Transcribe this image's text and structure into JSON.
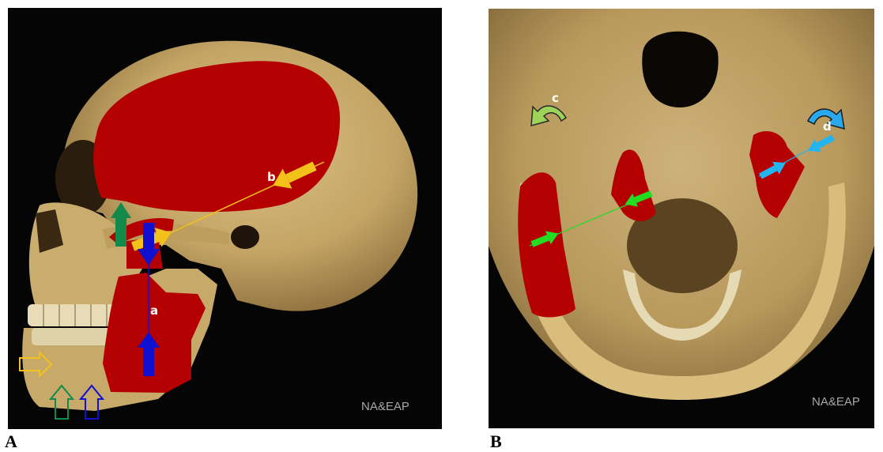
{
  "panels": {
    "left": {
      "letter": "A",
      "watermark": "NA&EAP",
      "labels": {
        "a": "a",
        "b": "b"
      }
    },
    "right": {
      "letter": "B",
      "watermark": "NA&EAP",
      "labels": {
        "c": "c",
        "d": "d"
      }
    }
  },
  "colors": {
    "background": "#050505",
    "bone": "#c9ad6e",
    "muscle": "#b40000",
    "arrow_yellow": "#f2c21a",
    "arrow_green_dark": "#118a4a",
    "arrow_blue": "#1010d0",
    "arrow_green_light": "#22dd22",
    "arrow_cyan": "#22b5f0",
    "arrow_green_pale": "#9ed35a",
    "arrow_sky": "#2aa8ee",
    "watermark": "#a8a8a8"
  }
}
